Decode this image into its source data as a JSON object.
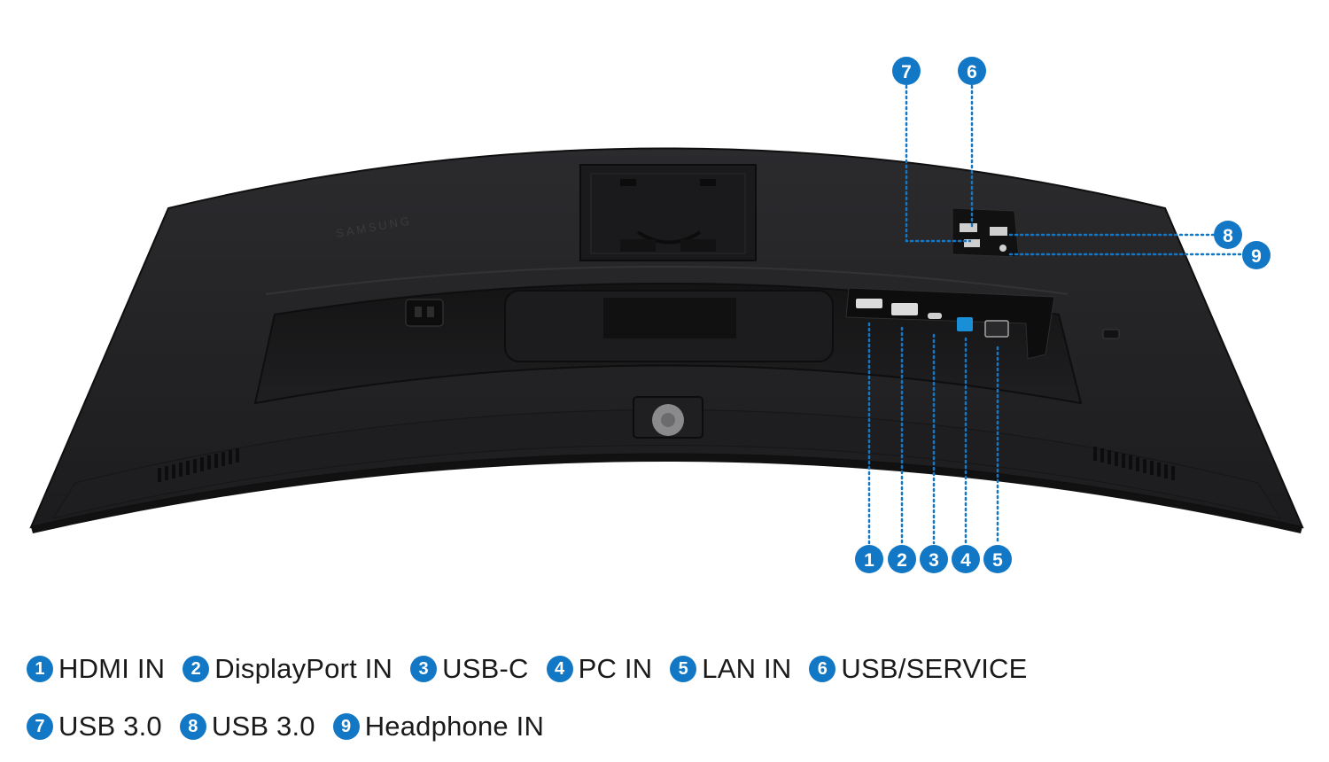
{
  "brand": "SAMSUNG",
  "colors": {
    "accent": "#1277c5",
    "monitor_body": "#232325",
    "monitor_edge": "#121213",
    "port_panel": "#0d0d0e"
  },
  "callouts": [
    "1",
    "2",
    "3",
    "4",
    "5",
    "6",
    "7",
    "8",
    "9"
  ],
  "legend": [
    {
      "num": "1",
      "label": "HDMI IN"
    },
    {
      "num": "2",
      "label": "DisplayPort IN"
    },
    {
      "num": "3",
      "label": "USB-C"
    },
    {
      "num": "4",
      "label": "PC IN"
    },
    {
      "num": "5",
      "label": "LAN IN"
    },
    {
      "num": "6",
      "label": "USB/SERVICE"
    },
    {
      "num": "7",
      "label": "USB 3.0"
    },
    {
      "num": "8",
      "label": "USB 3.0"
    },
    {
      "num": "9",
      "label": "Headphone IN"
    }
  ]
}
